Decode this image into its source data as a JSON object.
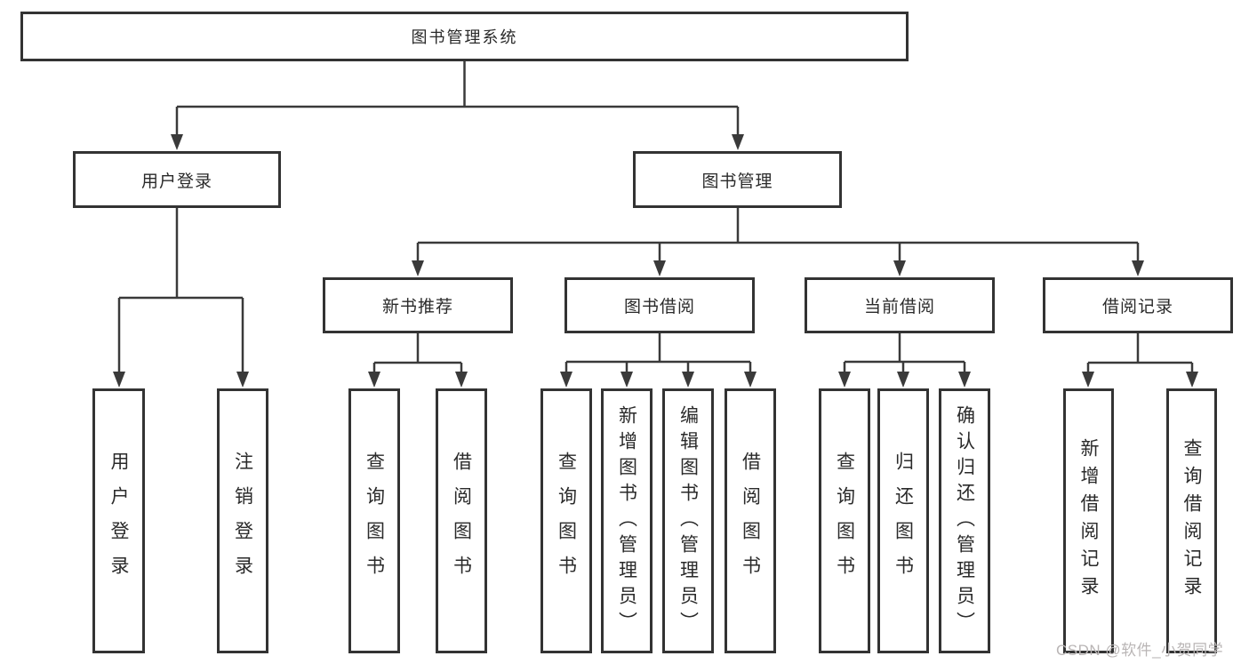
{
  "diagram": {
    "title": "图书管理系统",
    "colors": {
      "line": "#3a3a3a",
      "box_border": "#333333",
      "text": "#2a2a2a",
      "watermark": "#b9b5b5",
      "background": "#ffffff"
    }
  },
  "nodes": {
    "root": {
      "label": "图书管理系统"
    },
    "user_login": {
      "label": "用户登录"
    },
    "book_mgmt": {
      "label": "图书管理"
    },
    "new_book_rec": {
      "label": "新书推荐"
    },
    "book_borrow": {
      "label": "图书借阅"
    },
    "current_borrow": {
      "label": "当前借阅"
    },
    "borrow_record": {
      "label": "借阅记录"
    },
    "leaf_user_login": {
      "label": "用户登录"
    },
    "leaf_logout": {
      "label": "注销登录"
    },
    "leaf_query_book_rec": {
      "label": "查询图书"
    },
    "leaf_borrow_book_rec": {
      "label": "借阅图书"
    },
    "leaf_query_book_borrow": {
      "label": "查询图书"
    },
    "leaf_add_book_admin": {
      "label": "新增图书（管理员）"
    },
    "leaf_edit_book_admin": {
      "label": "编辑图书（管理员）"
    },
    "leaf_borrow_book": {
      "label": "借阅图书"
    },
    "leaf_query_book_current": {
      "label": "查询图书"
    },
    "leaf_return_book": {
      "label": "归还图书"
    },
    "leaf_confirm_return_admin": {
      "label": "确认归还（管理员）"
    },
    "leaf_add_borrow_record": {
      "label": "新增借阅记录"
    },
    "leaf_query_borrow_record": {
      "label": "查询借阅记录"
    }
  },
  "watermark": {
    "text": "CSDN @软件_小贺同学"
  }
}
